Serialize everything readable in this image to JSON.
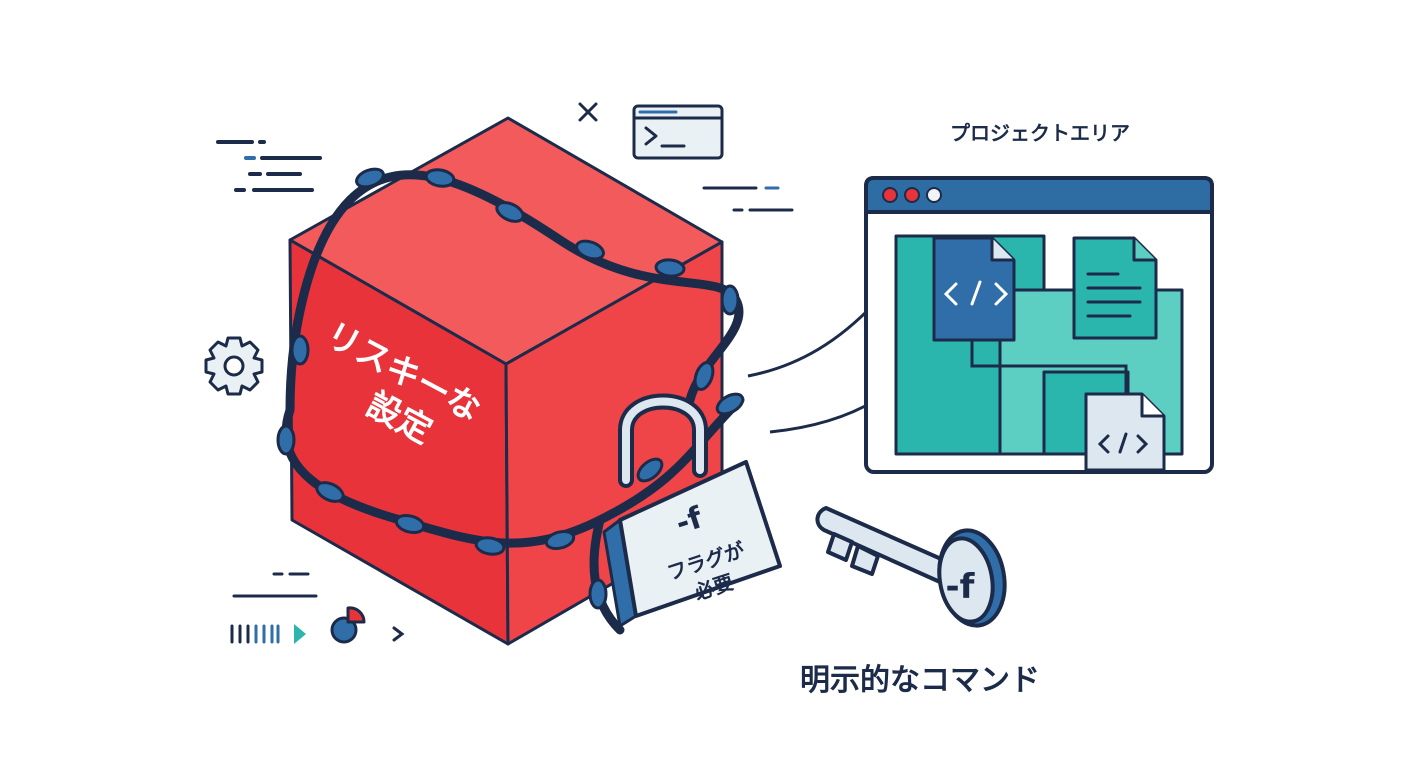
{
  "box": {
    "line1": "リスキーな",
    "line2": "設定"
  },
  "lock": {
    "flag": "-f",
    "line1": "フラグが",
    "line2": "必要"
  },
  "key": {
    "flag": "-f"
  },
  "project": {
    "title": "プロジェクトエリア"
  },
  "command": {
    "label": "明示的なコマンド"
  },
  "icons": {
    "terminal": "terminal-window-icon",
    "gear": "gear-icon",
    "pie": "pie-chart-icon",
    "sparkle": "sparkle-icon",
    "code_file": "code-file-icon",
    "text_file": "text-file-icon",
    "key": "key-icon",
    "padlock": "padlock-icon"
  },
  "colors": {
    "ink": "#1c2b4a",
    "box_front": "#e8333b",
    "box_top": "#f25a5c",
    "box_side": "#ef4448",
    "teal": "#2ab5ad",
    "teal_light": "#5ccfc2",
    "file_blue": "#2f6ea8",
    "file_light": "#dce7ef",
    "window_bar": "#2e6da4",
    "dot_red": "#e8333b"
  }
}
